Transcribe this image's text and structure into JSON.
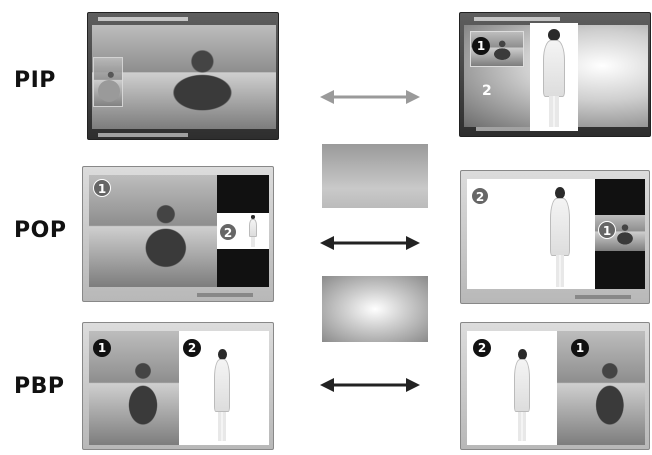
{
  "rows": [
    {
      "label": "PIP"
    },
    {
      "label": "POP"
    },
    {
      "label": "PBP"
    }
  ],
  "badges": {
    "one": "1",
    "two": "2"
  },
  "pip_right_number": "2",
  "colors": {
    "tv_dark": "#3c3c3c",
    "tv_light": "#c8c8c8",
    "arrow_light": "#9a9a9a",
    "arrow_dark": "#222222"
  }
}
